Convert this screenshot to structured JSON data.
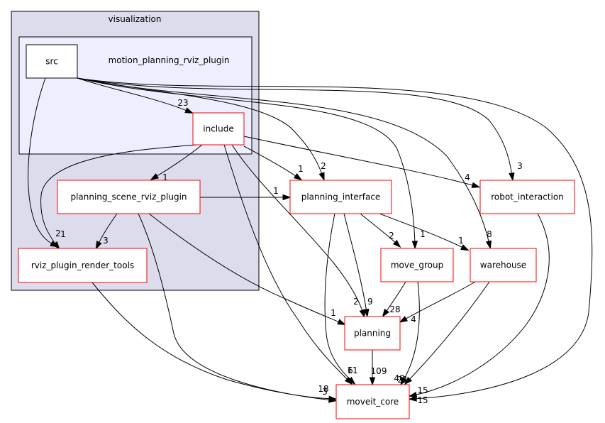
{
  "clusters": [
    {
      "id": "visualization",
      "label": "visualization",
      "fill": "#dcdcec",
      "stroke": "#000000"
    },
    {
      "id": "motion_planning_rviz_plugin",
      "label": "motion_planning_rviz_plugin",
      "fill": "#eeeeff",
      "stroke": "#000000"
    }
  ],
  "nodes": [
    {
      "id": "src",
      "label": "src"
    },
    {
      "id": "include",
      "label": "include"
    },
    {
      "id": "planning_scene_rviz_plugin",
      "label": "planning_scene_rviz_plugin"
    },
    {
      "id": "rviz_plugin_render_tools",
      "label": "rviz_plugin_render_tools"
    },
    {
      "id": "planning_interface",
      "label": "planning_interface"
    },
    {
      "id": "robot_interaction",
      "label": "robot_interaction"
    },
    {
      "id": "move_group",
      "label": "move_group"
    },
    {
      "id": "warehouse",
      "label": "warehouse"
    },
    {
      "id": "planning",
      "label": "planning"
    },
    {
      "id": "moveit_core",
      "label": "moveit_core"
    }
  ],
  "edges": [
    {
      "id": "src-include",
      "from": "src",
      "to": "include",
      "label": "23"
    },
    {
      "id": "src-rviz",
      "from": "src",
      "to": "rviz_plugin_render_tools",
      "label": "2"
    },
    {
      "id": "src-pi",
      "from": "src",
      "to": "planning_interface",
      "label": "2"
    },
    {
      "id": "src-ri",
      "from": "src",
      "to": "robot_interaction",
      "label": "3"
    },
    {
      "id": "src-mg",
      "from": "src",
      "to": "move_group",
      "label": "1"
    },
    {
      "id": "src-wh",
      "from": "src",
      "to": "warehouse",
      "label": "8"
    },
    {
      "id": "src-mc",
      "from": "src",
      "to": "moveit_core",
      "label": "15"
    },
    {
      "id": "inc-ps",
      "from": "include",
      "to": "planning_scene_rviz_plugin",
      "label": "1"
    },
    {
      "id": "inc-rviz",
      "from": "include",
      "to": "rviz_plugin_render_tools",
      "label": "1"
    },
    {
      "id": "inc-pi",
      "from": "include",
      "to": "planning_interface",
      "label": "1"
    },
    {
      "id": "inc-ri",
      "from": "include",
      "to": "robot_interaction",
      "label": "4"
    },
    {
      "id": "inc-pl",
      "from": "include",
      "to": "planning",
      "label": "2"
    },
    {
      "id": "inc-mc",
      "from": "include",
      "to": "moveit_core",
      "label": "6"
    },
    {
      "id": "ps-pi",
      "from": "planning_scene_rviz_plugin",
      "to": "planning_interface",
      "label": "1"
    },
    {
      "id": "ps-rviz",
      "from": "planning_scene_rviz_plugin",
      "to": "rviz_plugin_render_tools",
      "label": "3"
    },
    {
      "id": "ps-pl",
      "from": "planning_scene_rviz_plugin",
      "to": "planning",
      "label": "1"
    },
    {
      "id": "ps-mc",
      "from": "planning_scene_rviz_plugin",
      "to": "moveit_core",
      "label": "3"
    },
    {
      "id": "rviz-mc",
      "from": "rviz_plugin_render_tools",
      "to": "moveit_core",
      "label": "18"
    },
    {
      "id": "pi-mg",
      "from": "planning_interface",
      "to": "move_group",
      "label": "2"
    },
    {
      "id": "pi-wh",
      "from": "planning_interface",
      "to": "warehouse",
      "label": "1"
    },
    {
      "id": "pi-pl",
      "from": "planning_interface",
      "to": "planning",
      "label": "9"
    },
    {
      "id": "pi-mc",
      "from": "planning_interface",
      "to": "moveit_core",
      "label": "11"
    },
    {
      "id": "ri-mc",
      "from": "robot_interaction",
      "to": "moveit_core",
      "label": "15"
    },
    {
      "id": "mg-pl",
      "from": "move_group",
      "to": "planning",
      "label": "28"
    },
    {
      "id": "mg-mc",
      "from": "move_group",
      "to": "moveit_core",
      "label": "40"
    },
    {
      "id": "wh-pl",
      "from": "warehouse",
      "to": "planning",
      "label": "4"
    },
    {
      "id": "wh-mc",
      "from": "warehouse",
      "to": "moveit_core",
      "label": "21"
    },
    {
      "id": "pl-mc",
      "from": "planning",
      "to": "moveit_core",
      "label": "109"
    }
  ]
}
